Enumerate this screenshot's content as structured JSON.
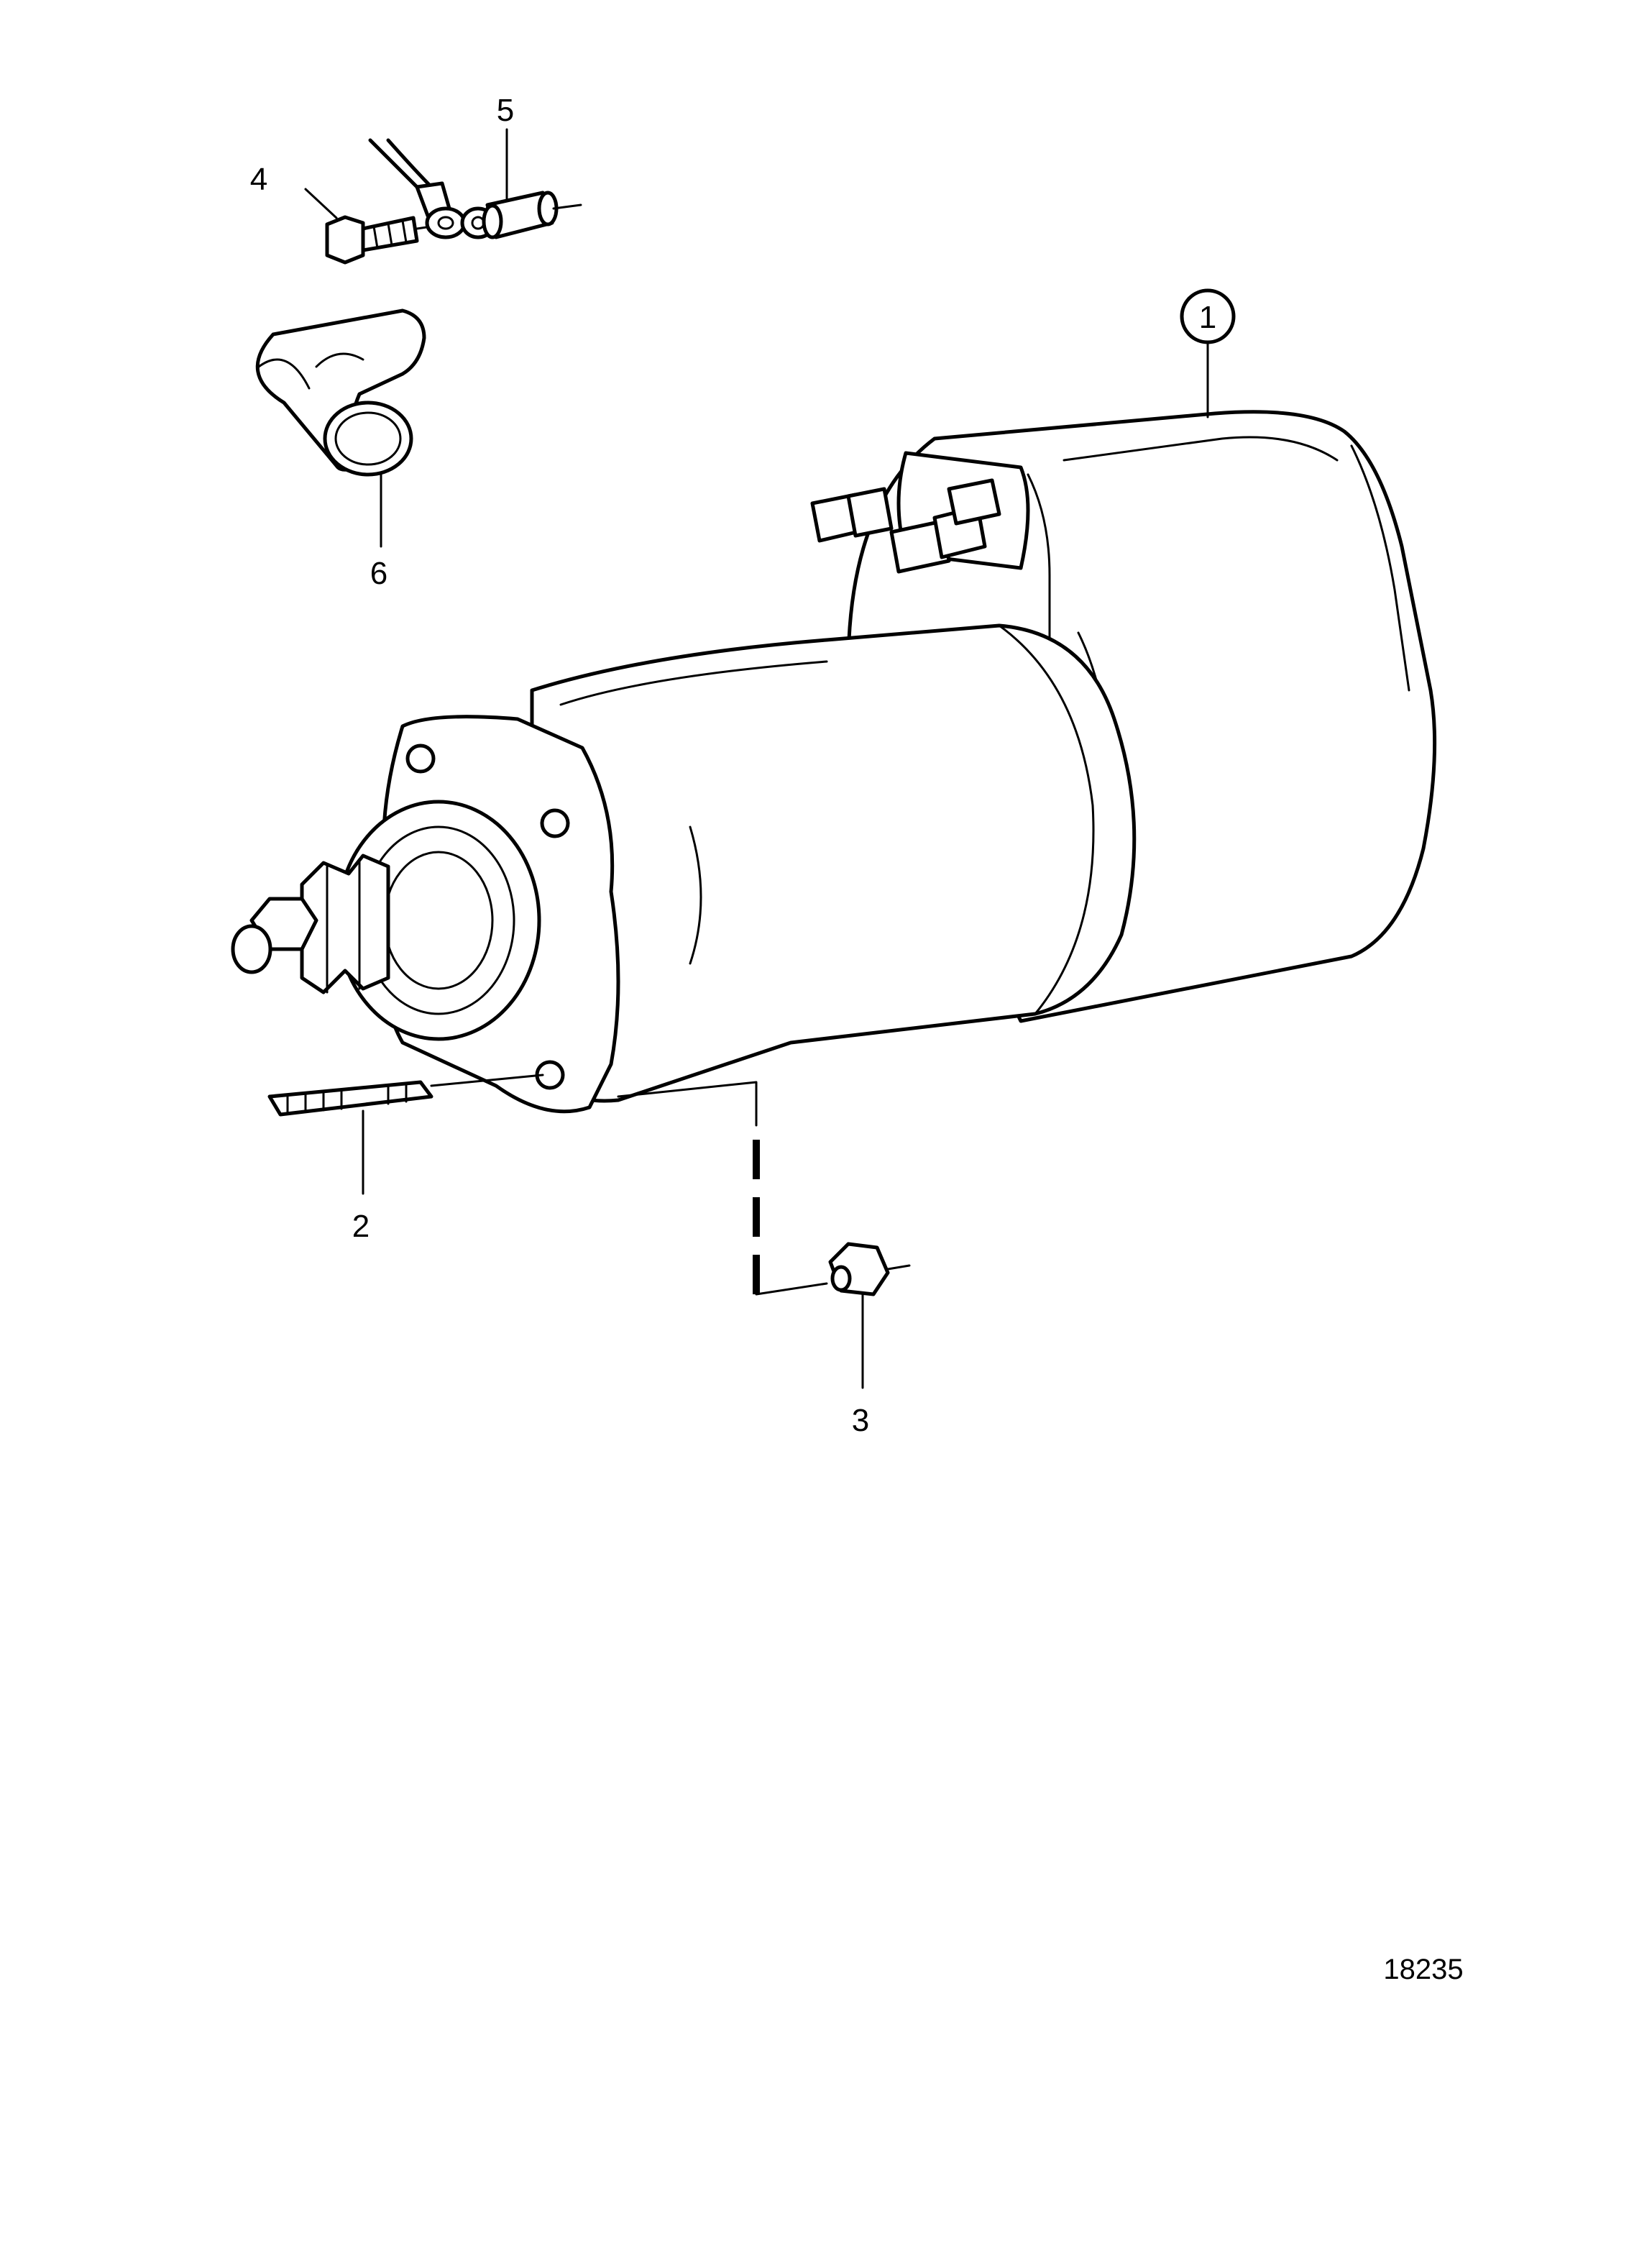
{
  "diagram": {
    "callouts": [
      {
        "id": "1",
        "label": "1"
      },
      {
        "id": "2",
        "label": "2"
      },
      {
        "id": "3",
        "label": "3"
      },
      {
        "id": "4",
        "label": "4"
      },
      {
        "id": "5",
        "label": "5"
      },
      {
        "id": "6",
        "label": "6"
      }
    ],
    "figure_number": "18235"
  }
}
